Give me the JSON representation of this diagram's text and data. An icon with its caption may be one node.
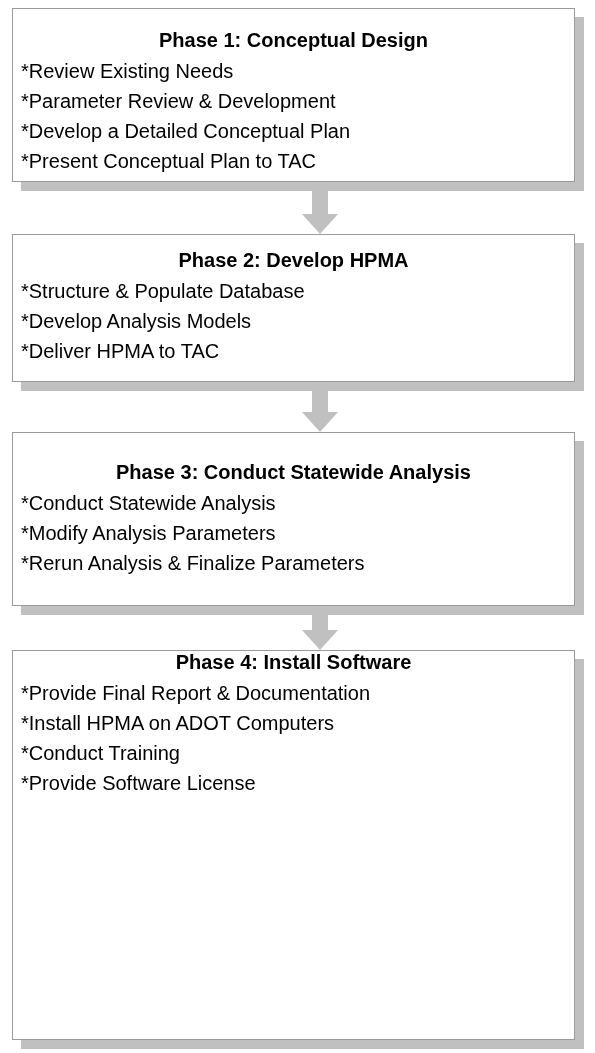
{
  "diagram": {
    "nodes": [
      {
        "text": [
          "Phase 1:  Conceptual Design",
          "*Review Existing Needs",
          "*Parameter Review & Development",
          "*Develop a Detailed Conceptual Plan",
          "*Present Conceptual Plan to TAC"
        ]
      },
      {
        "text": [
          "Phase 2:  Develop HPMA",
          "*Structure & Populate Database",
          "*Develop Analysis Models",
          "*Deliver HPMA to TAC"
        ]
      },
      {
        "text": [
          "Phase 3:  Conduct Statewide Analysis",
          "*Conduct Statewide Analysis",
          "*Modify Analysis Parameters",
          "*Rerun Analysis & Finalize Parameters"
        ]
      },
      {
        "text": [
          "Phase 4:  Install Software",
          "*Provide Final Report & Documentation",
          "*Install HPMA on ADOT Computers",
          "*Conduct Training",
          "*Provide Software License"
        ]
      }
    ],
    "edges": [
      {
        "from": 0,
        "to": 1,
        "arrow": "to"
      },
      {
        "from": 1,
        "to": 2,
        "arrow": "to"
      },
      {
        "from": 2,
        "to": 3,
        "arrow": "to"
      }
    ]
  }
}
